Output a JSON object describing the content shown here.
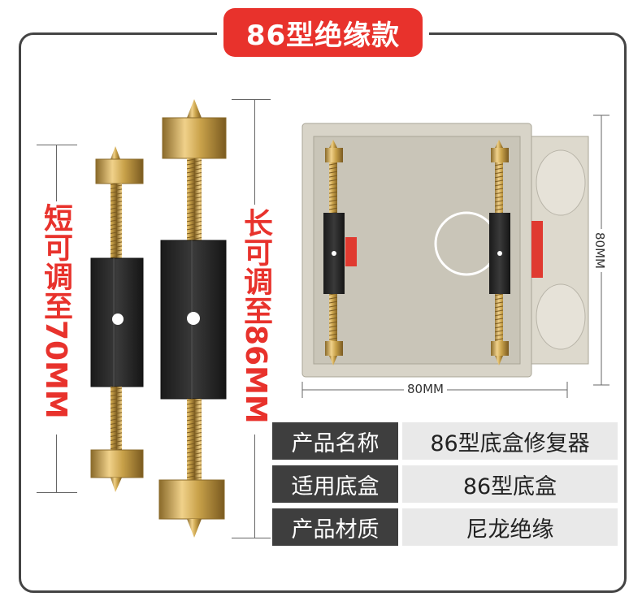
{
  "title": "86型绝缘款",
  "short_label": "短可调至70MM",
  "long_label": "长可调至86MM",
  "box_width_label": "80MM",
  "box_height_label": "80MM",
  "specs": [
    {
      "label": "产品名称",
      "value": "86型底盒修复器"
    },
    {
      "label": "适用底盒",
      "value": "86型底盒"
    },
    {
      "label": "产品材质",
      "value": "尼龙绝缘"
    }
  ],
  "colors": {
    "accent": "#e8322c",
    "brass": "#c9a24a",
    "dark": "#2a2a2a"
  }
}
